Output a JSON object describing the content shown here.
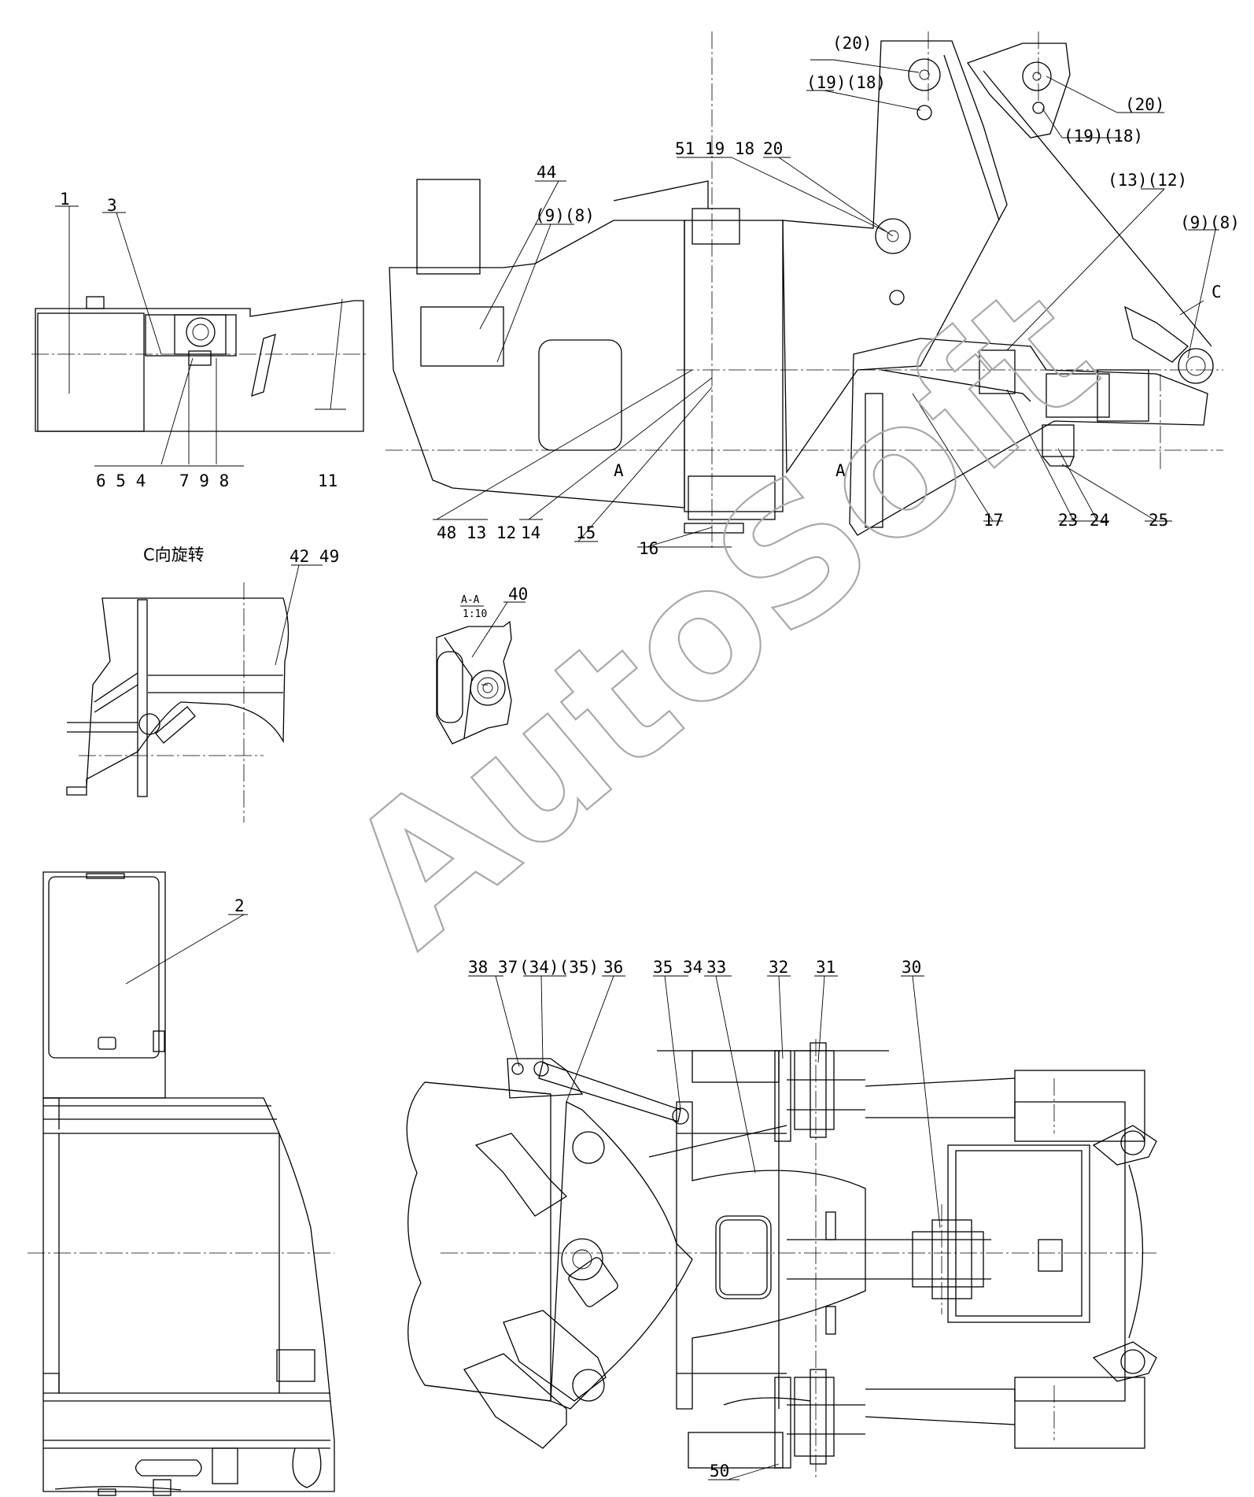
{
  "labels": {
    "top_left": [
      "1",
      "3",
      "11",
      "6 5 4",
      "7 9 8"
    ],
    "top_right": [
      "(20)",
      "(19)(18)",
      "(20)",
      "(19)(18)",
      "51 19 18",
      "20",
      "44",
      "(9)(8)",
      "(13)(12)",
      "(9)(8)",
      "C",
      "A",
      "A",
      "48 13 12",
      "14",
      "15",
      "16",
      "17",
      "23",
      "24",
      "25"
    ],
    "view_c": {
      "title": "C向旋转",
      "parts": "42 49"
    },
    "section_aa": {
      "title": "A-A",
      "scale": "1:10",
      "part": "40"
    },
    "bottom_left": [
      "2"
    ],
    "bottom_right": [
      "38 37",
      "(34)(35)",
      "36",
      "35 34",
      "33",
      "32",
      "31",
      "30",
      "50"
    ]
  },
  "watermark": "AutoSoft"
}
